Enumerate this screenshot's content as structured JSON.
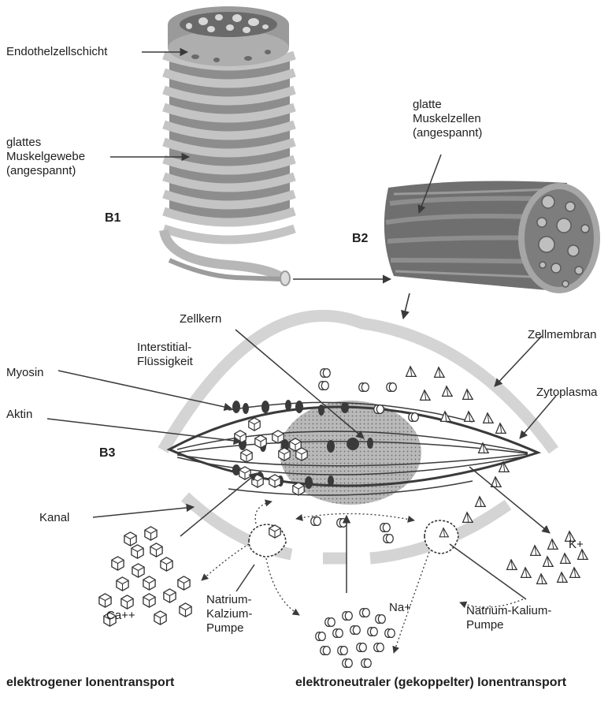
{
  "panels": {
    "b1": "B1",
    "b2": "B2",
    "b3": "B3"
  },
  "labels": {
    "endothel": "Endothelzellschicht",
    "glattes_muskelgewebe": "glattes\nMuskelgewebe\n(angespannt)",
    "glatte_muskelzellen": "glatte\nMuskelzellen\n(angespannt)",
    "zellkern": "Zellkern",
    "interstitial": "Interstitial-\nFlüssigkeit",
    "zellmembran": "Zellmembran",
    "myosin": "Myosin",
    "zytoplasma": "Zytoplasma",
    "aktin": "Aktin",
    "kanal": "Kanal",
    "ca": "Ca++",
    "natrium_kalzium_pumpe": "Natrium-\nKalzium-\nPumpe",
    "na": "Na+",
    "k": "K+",
    "natrium_kalium_pumpe": "Natrium-Kalium-\nPumpe"
  },
  "footer": {
    "left": "elektrogener Ionentransport",
    "right": "elektroneutraler (gekoppelter) Ionentransport"
  },
  "colors": {
    "vessel_grey": "#9a9a9a",
    "vessel_dark": "#6e6e6e",
    "membrane_light": "#d4d4d4",
    "line_dark": "#3a3a3a",
    "nucleus": "#a8a8a8"
  }
}
